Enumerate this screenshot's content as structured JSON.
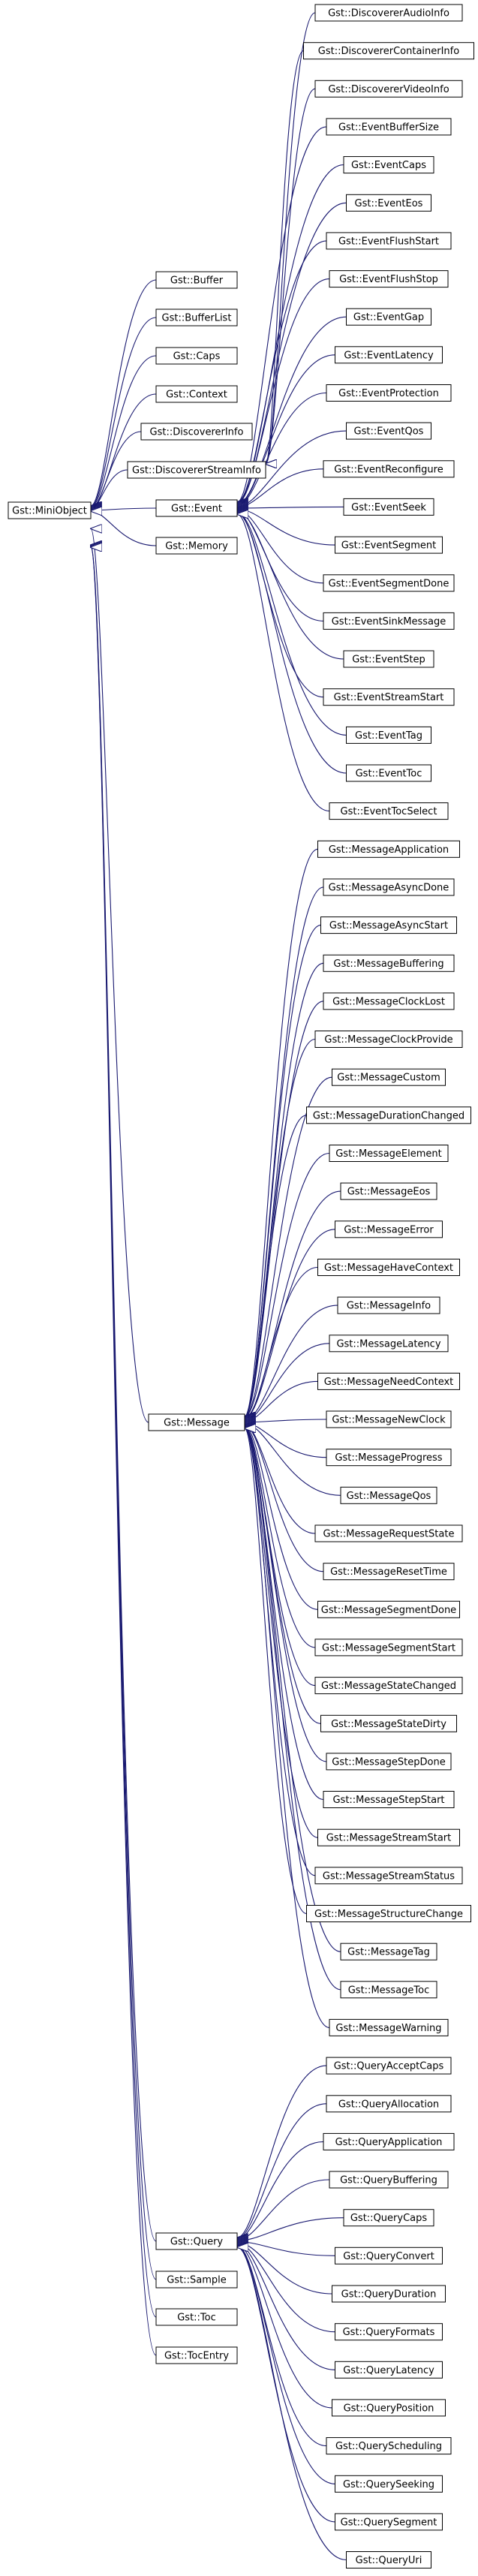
{
  "diagram": {
    "type": "class-inheritance-graph",
    "colors": {
      "edge": "#191970",
      "box_border": "#000000",
      "box_fill": "#ffffff",
      "text": "#000000"
    },
    "root": {
      "id": "miniobject",
      "label": "Gst::MiniObject"
    },
    "level1": [
      {
        "id": "buffer",
        "label": "Gst::Buffer"
      },
      {
        "id": "bufferlist",
        "label": "Gst::BufferList"
      },
      {
        "id": "caps",
        "label": "Gst::Caps"
      },
      {
        "id": "context",
        "label": "Gst::Context"
      },
      {
        "id": "discovererinfo",
        "label": "Gst::DiscovererInfo"
      },
      {
        "id": "discovererstreaminfo",
        "label": "Gst::DiscovererStreamInfo"
      },
      {
        "id": "event",
        "label": "Gst::Event"
      },
      {
        "id": "memory",
        "label": "Gst::Memory"
      },
      {
        "id": "message",
        "label": "Gst::Message"
      },
      {
        "id": "query",
        "label": "Gst::Query"
      },
      {
        "id": "sample",
        "label": "Gst::Sample"
      },
      {
        "id": "toc",
        "label": "Gst::Toc"
      },
      {
        "id": "tocentry",
        "label": "Gst::TocEntry"
      }
    ],
    "level2": [
      {
        "parent": "discovererstreaminfo",
        "label": "Gst::DiscovererAudioInfo"
      },
      {
        "parent": "discovererstreaminfo",
        "label": "Gst::DiscovererContainerInfo"
      },
      {
        "parent": "discovererstreaminfo",
        "label": "Gst::DiscovererVideoInfo"
      },
      {
        "parent": "event",
        "label": "Gst::EventBufferSize"
      },
      {
        "parent": "event",
        "label": "Gst::EventCaps"
      },
      {
        "parent": "event",
        "label": "Gst::EventEos"
      },
      {
        "parent": "event",
        "label": "Gst::EventFlushStart"
      },
      {
        "parent": "event",
        "label": "Gst::EventFlushStop"
      },
      {
        "parent": "event",
        "label": "Gst::EventGap"
      },
      {
        "parent": "event",
        "label": "Gst::EventLatency"
      },
      {
        "parent": "event",
        "label": "Gst::EventProtection"
      },
      {
        "parent": "event",
        "label": "Gst::EventQos"
      },
      {
        "parent": "event",
        "label": "Gst::EventReconfigure"
      },
      {
        "parent": "event",
        "label": "Gst::EventSeek"
      },
      {
        "parent": "event",
        "label": "Gst::EventSegment"
      },
      {
        "parent": "event",
        "label": "Gst::EventSegmentDone"
      },
      {
        "parent": "event",
        "label": "Gst::EventSinkMessage"
      },
      {
        "parent": "event",
        "label": "Gst::EventStep"
      },
      {
        "parent": "event",
        "label": "Gst::EventStreamStart"
      },
      {
        "parent": "event",
        "label": "Gst::EventTag"
      },
      {
        "parent": "event",
        "label": "Gst::EventToc"
      },
      {
        "parent": "event",
        "label": "Gst::EventTocSelect"
      },
      {
        "parent": "message",
        "label": "Gst::MessageApplication"
      },
      {
        "parent": "message",
        "label": "Gst::MessageAsyncDone"
      },
      {
        "parent": "message",
        "label": "Gst::MessageAsyncStart"
      },
      {
        "parent": "message",
        "label": "Gst::MessageBuffering"
      },
      {
        "parent": "message",
        "label": "Gst::MessageClockLost"
      },
      {
        "parent": "message",
        "label": "Gst::MessageClockProvide"
      },
      {
        "parent": "message",
        "label": "Gst::MessageCustom"
      },
      {
        "parent": "message",
        "label": "Gst::MessageDurationChanged"
      },
      {
        "parent": "message",
        "label": "Gst::MessageElement"
      },
      {
        "parent": "message",
        "label": "Gst::MessageEos"
      },
      {
        "parent": "message",
        "label": "Gst::MessageError"
      },
      {
        "parent": "message",
        "label": "Gst::MessageHaveContext"
      },
      {
        "parent": "message",
        "label": "Gst::MessageInfo"
      },
      {
        "parent": "message",
        "label": "Gst::MessageLatency"
      },
      {
        "parent": "message",
        "label": "Gst::MessageNeedContext"
      },
      {
        "parent": "message",
        "label": "Gst::MessageNewClock"
      },
      {
        "parent": "message",
        "label": "Gst::MessageProgress"
      },
      {
        "parent": "message",
        "label": "Gst::MessageQos"
      },
      {
        "parent": "message",
        "label": "Gst::MessageRequestState"
      },
      {
        "parent": "message",
        "label": "Gst::MessageResetTime"
      },
      {
        "parent": "message",
        "label": "Gst::MessageSegmentDone"
      },
      {
        "parent": "message",
        "label": "Gst::MessageSegmentStart"
      },
      {
        "parent": "message",
        "label": "Gst::MessageStateChanged"
      },
      {
        "parent": "message",
        "label": "Gst::MessageStateDirty"
      },
      {
        "parent": "message",
        "label": "Gst::MessageStepDone"
      },
      {
        "parent": "message",
        "label": "Gst::MessageStepStart"
      },
      {
        "parent": "message",
        "label": "Gst::MessageStreamStart"
      },
      {
        "parent": "message",
        "label": "Gst::MessageStreamStatus"
      },
      {
        "parent": "message",
        "label": "Gst::MessageStructureChange"
      },
      {
        "parent": "message",
        "label": "Gst::MessageTag"
      },
      {
        "parent": "message",
        "label": "Gst::MessageToc"
      },
      {
        "parent": "message",
        "label": "Gst::MessageWarning"
      },
      {
        "parent": "query",
        "label": "Gst::QueryAcceptCaps"
      },
      {
        "parent": "query",
        "label": "Gst::QueryAllocation"
      },
      {
        "parent": "query",
        "label": "Gst::QueryApplication"
      },
      {
        "parent": "query",
        "label": "Gst::QueryBuffering"
      },
      {
        "parent": "query",
        "label": "Gst::QueryCaps"
      },
      {
        "parent": "query",
        "label": "Gst::QueryConvert"
      },
      {
        "parent": "query",
        "label": "Gst::QueryDuration"
      },
      {
        "parent": "query",
        "label": "Gst::QueryFormats"
      },
      {
        "parent": "query",
        "label": "Gst::QueryLatency"
      },
      {
        "parent": "query",
        "label": "Gst::QueryPosition"
      },
      {
        "parent": "query",
        "label": "Gst::QueryScheduling"
      },
      {
        "parent": "query",
        "label": "Gst::QuerySeeking"
      },
      {
        "parent": "query",
        "label": "Gst::QuerySegment"
      },
      {
        "parent": "query",
        "label": "Gst::QueryUri"
      }
    ]
  }
}
